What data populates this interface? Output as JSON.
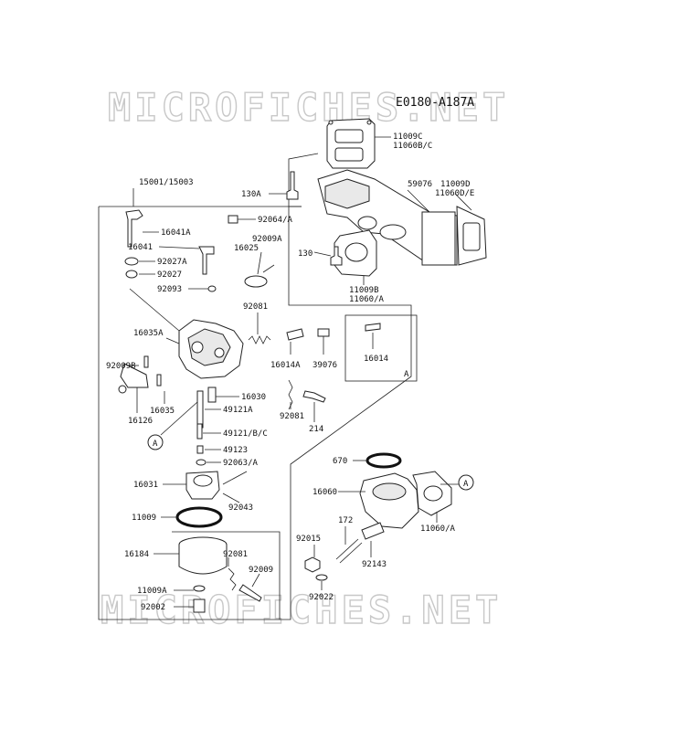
{
  "diagram": {
    "code": "E0180-A187A",
    "watermark_top": "MICROFICHES.NET",
    "watermark_bottom": "MICROFICHES.NET",
    "callout_letter": "A",
    "labels": {
      "p11009c": "11009C",
      "p11060bc": "11060B/C",
      "p59076": "59076",
      "p11009d": "11009D",
      "p11060de": "11060D/E",
      "p15001": "15001/15003",
      "p130a": "130A",
      "p130": "130",
      "p11009b": "11009B",
      "p11060a_top": "11060/A",
      "p16041a": "16041A",
      "p92064a": "92064/A",
      "p92009a": "92009A",
      "p16041": "16041",
      "p16025": "16025",
      "p92027a": "92027A",
      "p92027": "92027",
      "p92093": "92093",
      "p92081_a": "92081",
      "p16035a": "16035A",
      "p16014": "16014",
      "p92009b": "92009B",
      "p16014a": "16014A",
      "p39076": "39076",
      "p16030": "16030",
      "p16035": "16035",
      "p16126": "16126",
      "p49121a": "49121A",
      "p92081_b": "92081",
      "p214": "214",
      "p49121bc": "49121/B/C",
      "p49123": "49123",
      "p92063a": "92063/A",
      "p670": "670",
      "p16031": "16031",
      "p16060": "16060",
      "p92043": "92043",
      "p11009": "11009",
      "p11060a_bot": "11060/A",
      "p172": "172",
      "p92015": "92015",
      "p16184": "16184",
      "p92081_c": "92081",
      "p92143": "92143",
      "p92009": "92009",
      "p11009a": "11009A",
      "p92022": "92022",
      "p92002": "92002"
    }
  }
}
